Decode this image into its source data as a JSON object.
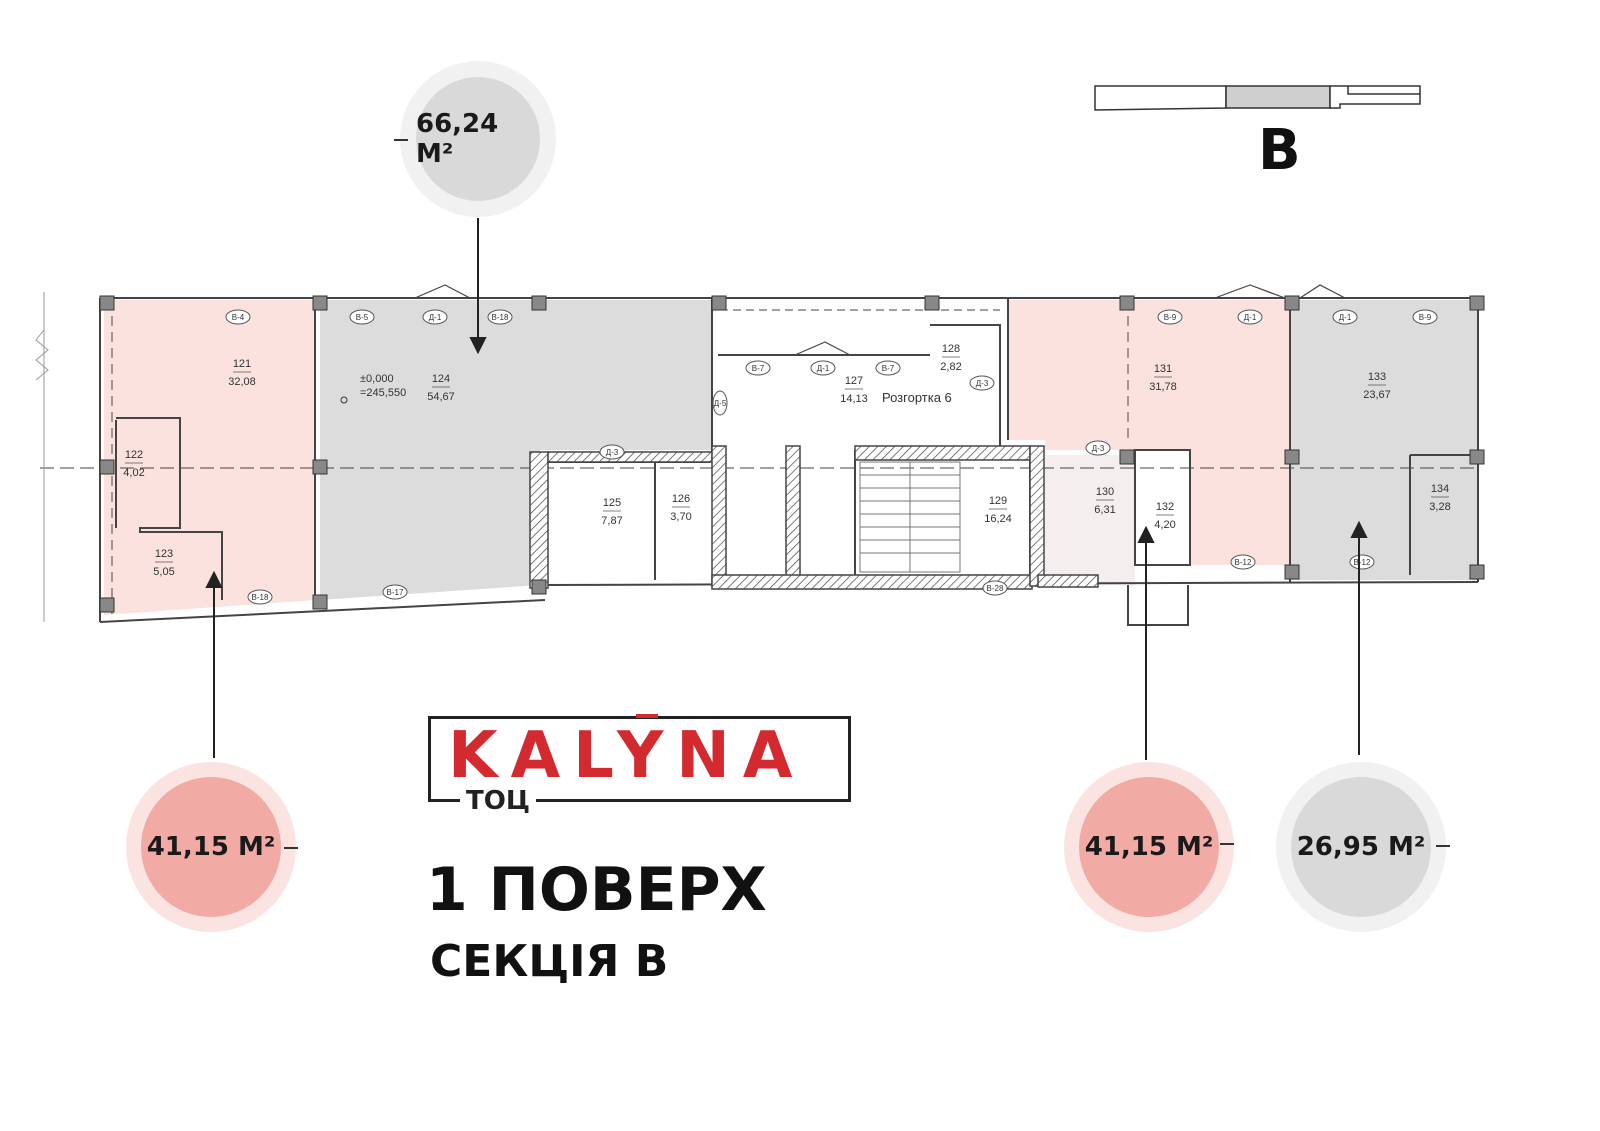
{
  "section_indicator": {
    "label": "B"
  },
  "logo": {
    "brand": "KALYNA",
    "subtitle": "ТОЦ"
  },
  "heading": {
    "floor": "1 ПОВЕРХ",
    "section": "СЕКЦІЯ В"
  },
  "areas": {
    "top_grey": "66,24 М²",
    "left_pink": "41,15 М²",
    "right_pink": "41,15 М²",
    "right_grey": "26,95 М²"
  },
  "colors": {
    "accent_red": "#d32a30",
    "pink_zone": "#f2aaa4",
    "grey_zone": "#d9d9d9"
  },
  "rooms": [
    {
      "no": "121",
      "area": "32,08"
    },
    {
      "no": "122",
      "area": "4,02"
    },
    {
      "no": "123",
      "area": "5,05"
    },
    {
      "no": "124",
      "area": "54,67"
    },
    {
      "no": "125",
      "area": "7,87"
    },
    {
      "no": "126",
      "area": "3,70"
    },
    {
      "no": "127",
      "area": "14,13"
    },
    {
      "no": "128",
      "area": "2,82"
    },
    {
      "no": "129",
      "area": "16,24"
    },
    {
      "no": "130",
      "area": "6,31"
    },
    {
      "no": "131",
      "area": "31,78"
    },
    {
      "no": "132",
      "area": "4,20"
    },
    {
      "no": "133",
      "area": "23,67"
    },
    {
      "no": "134",
      "area": "3,28"
    }
  ],
  "plan_notes": {
    "level_1": "±0,000",
    "level_2": "=245,550",
    "stair_note": "Розгортка 6"
  },
  "tags": {
    "d1": "Д-1",
    "d3": "Д-3",
    "d5": "Д-5",
    "b4": "В-4",
    "b5": "В-5",
    "b7": "В-7",
    "b9": "В-9",
    "b12": "В-12",
    "b17": "В-17",
    "b18": "В-18",
    "b28": "В-28"
  }
}
